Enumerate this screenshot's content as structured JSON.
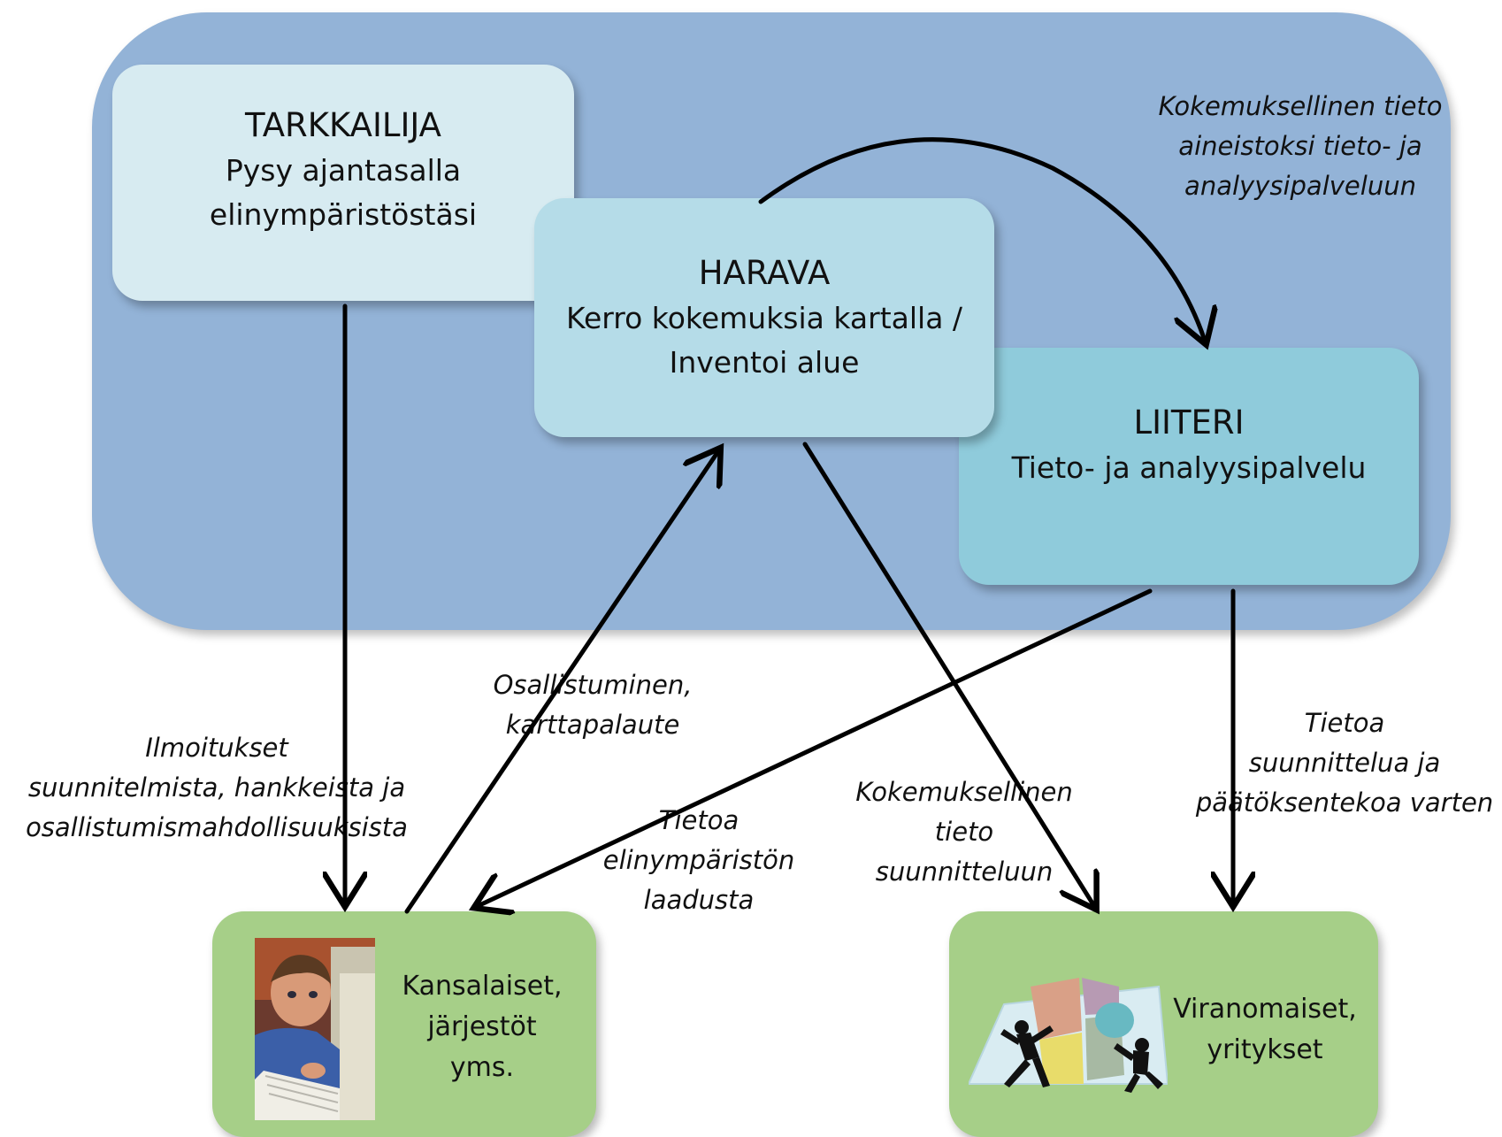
{
  "colors": {
    "outer_panel": "#93b3d7",
    "tarkkailija_fill": "#d7ebf1",
    "harava_fill": "#b5dce8",
    "liiteri_fill": "#8fcbdb",
    "stakeholder_fill": "#a6cf88",
    "arrow": "#000000"
  },
  "nodes": {
    "tarkkailija": {
      "title": "TARKKAILIJA",
      "line1": "Pysy ajantasalla",
      "line2": "elinympäristöstäsi"
    },
    "harava": {
      "title": "HARAVA",
      "line1": "Kerro kokemuksia kartalla /",
      "line2": "Inventoi alue"
    },
    "liiteri": {
      "title": "LIITERI",
      "line1": "Tieto- ja analyysipalvelu"
    },
    "citizens": {
      "line1": "Kansalaiset,",
      "line2": "järjestöt",
      "line3": "yms."
    },
    "authorities": {
      "line1": "Viranomaiset,",
      "line2": "yritykset"
    }
  },
  "edges": {
    "harava_to_liiteri": {
      "line1": "Kokemuksellinen tieto",
      "line2": "aineistoksi tieto- ja",
      "line3": "analyysipalveluun"
    },
    "tarkkailija_to_citizens": {
      "line1": "Ilmoitukset",
      "line2": "suunnitelmista, hankkeista ja",
      "line3": "osallistumismahdollisuuksista"
    },
    "citizens_to_harava": {
      "line1": "Osallistuminen,",
      "line2": "karttapalaute"
    },
    "liiteri_to_citizens": {
      "line1": "Tietoa",
      "line2": "elinympäristön",
      "line3": "laadusta"
    },
    "harava_to_authorities": {
      "line1": "Kokemuksellinen",
      "line2": "tieto",
      "line3": "suunnitteluun"
    },
    "liiteri_to_authorities": {
      "line1": "Tietoa",
      "line2": "suunnittelua ja",
      "line3": "päätöksentekoa varten"
    }
  }
}
